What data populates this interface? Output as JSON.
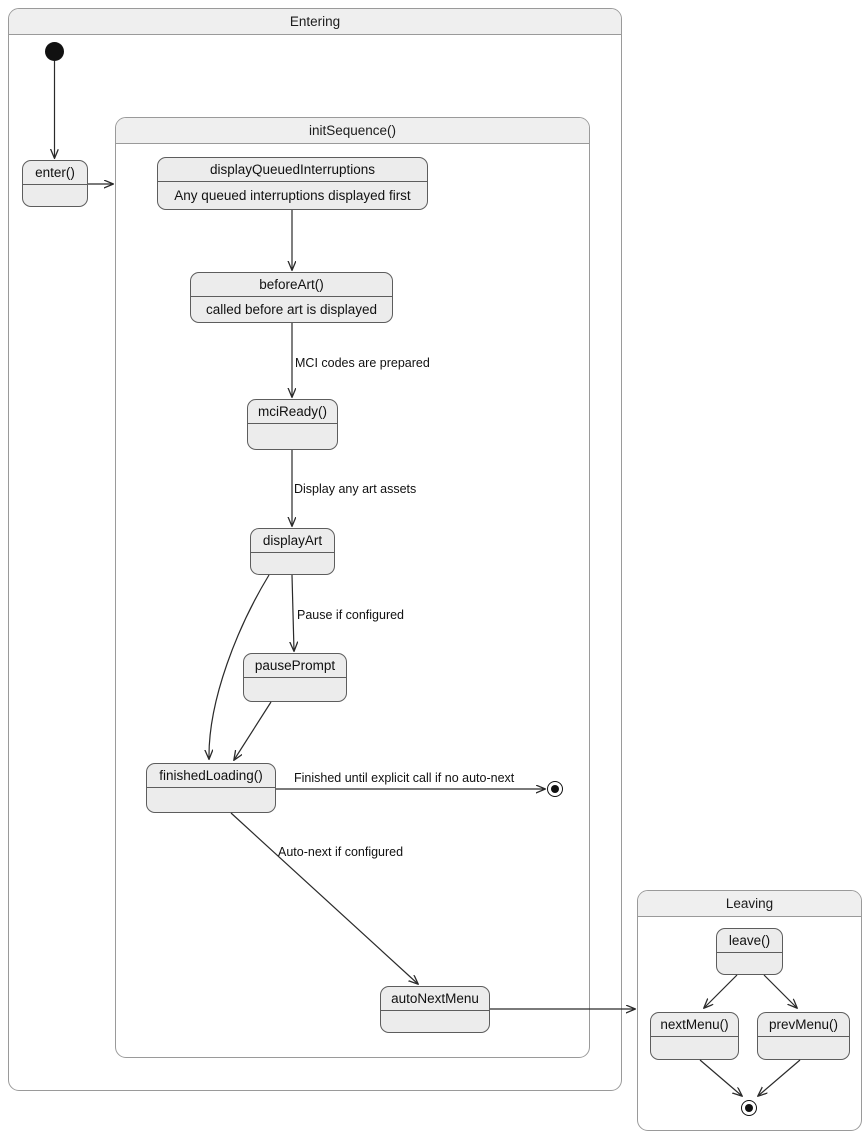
{
  "diagram": {
    "title": "Entering",
    "type": "uml-state-machine"
  },
  "composites": {
    "entering": {
      "label": "Entering"
    },
    "init_sequence": {
      "label": "initSequence()"
    },
    "leaving": {
      "label": "Leaving"
    }
  },
  "states": {
    "enter": {
      "name": "enter()",
      "body": ""
    },
    "display_queued_interruptions": {
      "name": "displayQueuedInterruptions",
      "body": "Any queued interruptions displayed first"
    },
    "before_art": {
      "name": "beforeArt()",
      "body": "called before art is displayed"
    },
    "mci_ready": {
      "name": "mciReady()",
      "body": ""
    },
    "display_art": {
      "name": "displayArt",
      "body": ""
    },
    "pause_prompt": {
      "name": "pausePrompt",
      "body": ""
    },
    "finished_loading": {
      "name": "finishedLoading()",
      "body": ""
    },
    "auto_next_menu": {
      "name": "autoNextMenu",
      "body": ""
    },
    "leave": {
      "name": "leave()",
      "body": ""
    },
    "next_menu": {
      "name": "nextMenu()",
      "body": ""
    },
    "prev_menu": {
      "name": "prevMenu()",
      "body": ""
    }
  },
  "transitions": {
    "mci_codes": "MCI codes are prepared",
    "display_art_assets": "Display any art assets",
    "pause_if_configured": "Pause if configured",
    "finished_until_explicit": "Finished until explicit call if no auto-next",
    "auto_next_if_configured": "Auto-next if configured"
  },
  "colors": {
    "state_fill": "#ececec",
    "state_border": "#5d5d5d",
    "composite_header_fill": "#efefef",
    "composite_border": "#9a9a9a",
    "composite_fill": "#ffffff",
    "node_fill": "#111111",
    "edge_stroke": "#2a2a2a"
  }
}
